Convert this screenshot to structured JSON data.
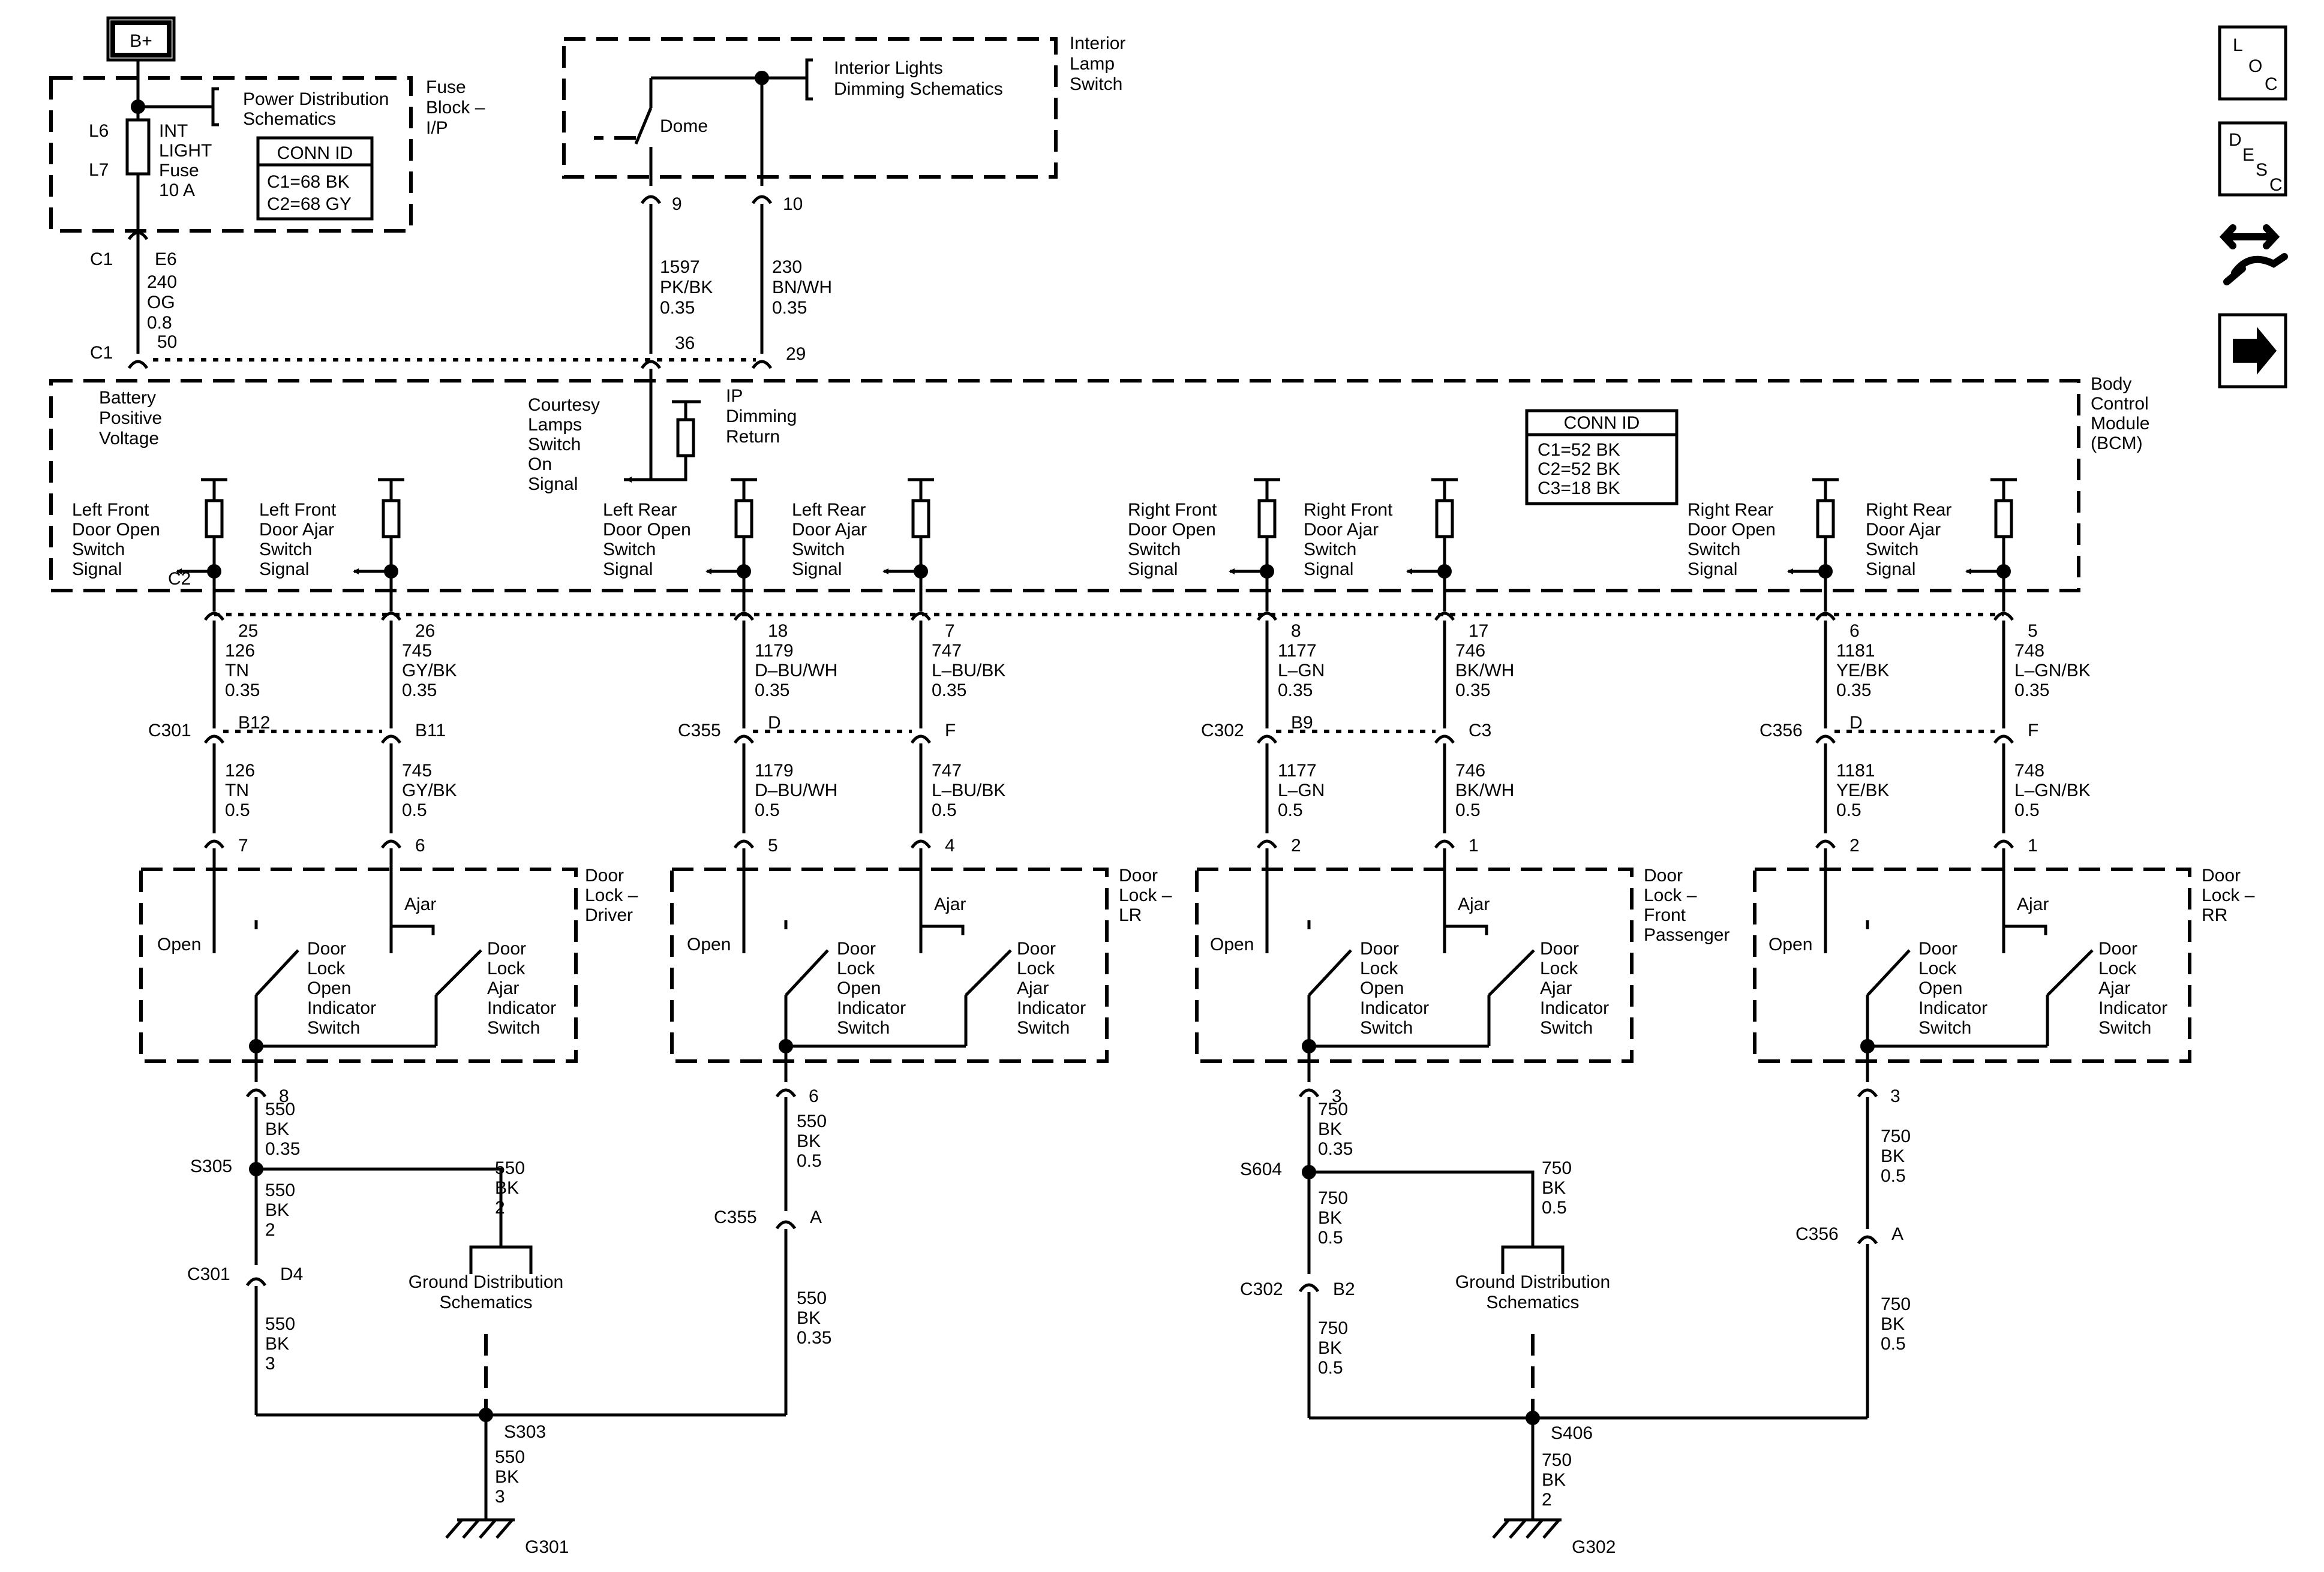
{
  "supply": {
    "bplus": "B+",
    "pds_1": "Power Distribution",
    "pds_2": "Schematics",
    "fuse_block": [
      "Fuse",
      "Block –",
      "I/P"
    ],
    "l6": "L6",
    "l7": "L7",
    "fuse_label": [
      "INT",
      "LIGHT",
      "Fuse",
      "10 A"
    ],
    "conn_title": "CONN ID",
    "conn_rows": [
      "C1=68 BK",
      "C2=68 GY"
    ],
    "c1": "C1",
    "e6": "E6",
    "wire": [
      "240",
      "OG",
      "0.8"
    ],
    "c1_bcm": "C1",
    "pin50": "50"
  },
  "lamp_switch": {
    "dim_1": "Interior Lights",
    "dim_2": "Dimming Schematics",
    "title": [
      "Interior",
      "Lamp",
      "Switch"
    ],
    "dome": "Dome",
    "pin9": "9",
    "pin10": "10",
    "wire_dome": [
      "1597",
      "PK/BK",
      "0.35"
    ],
    "wire_dim": [
      "230",
      "BN/WH",
      "0.35"
    ],
    "pin36": "36",
    "pin29": "29"
  },
  "bcm": {
    "title": [
      "Body",
      "Control",
      "Module",
      "(BCM)"
    ],
    "batt": [
      "Battery",
      "Positive",
      "Voltage"
    ],
    "courtesy": [
      "Courtesy",
      "Lamps",
      "Switch",
      "On",
      "Signal"
    ],
    "ip_dim": [
      "IP",
      "Dimming",
      "Return"
    ],
    "conn_title": "CONN ID",
    "conn_rows": [
      "C1=52 BK",
      "C2=52 BK",
      "C3=18 BK"
    ],
    "c2": "C2",
    "signals": [
      [
        "Left Front",
        "Door Open",
        "Switch",
        "Signal"
      ],
      [
        "Left Front",
        "Door Ajar",
        "Switch",
        "Signal"
      ],
      [
        "Left Rear",
        "Door Open",
        "Switch",
        "Signal"
      ],
      [
        "Left Rear",
        "Door Ajar",
        "Switch",
        "Signal"
      ],
      [
        "Right Front",
        "Door Open",
        "Switch",
        "Signal"
      ],
      [
        "Right Front",
        "Door Ajar",
        "Switch",
        "Signal"
      ],
      [
        "Right Rear",
        "Door Open",
        "Switch",
        "Signal"
      ],
      [
        "Right Rear",
        "Door Ajar",
        "Switch",
        "Signal"
      ]
    ],
    "pins": [
      "25",
      "26",
      "18",
      "7",
      "8",
      "17",
      "6",
      "5"
    ]
  },
  "wires_upper": [
    [
      "126",
      "TN",
      "0.35"
    ],
    [
      "745",
      "GY/BK",
      "0.35"
    ],
    [
      "1179",
      "D–BU/WH",
      "0.35"
    ],
    [
      "747",
      "L–BU/BK",
      "0.35"
    ],
    [
      "1177",
      "L–GN",
      "0.35"
    ],
    [
      "746",
      "BK/WH",
      "0.35"
    ],
    [
      "1181",
      "YE/BK",
      "0.35"
    ],
    [
      "748",
      "L–GN/BK",
      "0.35"
    ]
  ],
  "inline_connectors": [
    {
      "name": "C301",
      "a": "B12",
      "b": "B11"
    },
    {
      "name": "C355",
      "a": "D",
      "b": "F"
    },
    {
      "name": "C302",
      "a": "B9",
      "b": "C3"
    },
    {
      "name": "C356",
      "a": "D",
      "b": "F"
    }
  ],
  "wires_lower": [
    [
      "126",
      "TN",
      "0.5"
    ],
    [
      "745",
      "GY/BK",
      "0.5"
    ],
    [
      "1179",
      "D–BU/WH",
      "0.5"
    ],
    [
      "747",
      "L–BU/BK",
      "0.5"
    ],
    [
      "1177",
      "L–GN",
      "0.5"
    ],
    [
      "746",
      "BK/WH",
      "0.5"
    ],
    [
      "1181",
      "YE/BK",
      "0.5"
    ],
    [
      "748",
      "L–GN/BK",
      "0.5"
    ]
  ],
  "lock_pins": [
    "7",
    "6",
    "5",
    "4",
    "2",
    "1",
    "2",
    "1"
  ],
  "door_locks": [
    {
      "title": [
        "Door",
        "Lock –",
        "Driver"
      ],
      "ground_pin": "8"
    },
    {
      "title": [
        "Door",
        "Lock –",
        "LR"
      ],
      "ground_pin": "6"
    },
    {
      "title": [
        "Door",
        "Lock –",
        "Front",
        "Passenger"
      ],
      "ground_pin": "3"
    },
    {
      "title": [
        "Door",
        "Lock –",
        "RR"
      ],
      "ground_pin": "3"
    }
  ],
  "lock_labels": {
    "open": "Open",
    "ajar": "Ajar",
    "open_switch": [
      "Door",
      "Lock",
      "Open",
      "Indicator",
      "Switch"
    ],
    "ajar_switch": [
      "Door",
      "Lock",
      "Ajar",
      "Indicator",
      "Switch"
    ]
  },
  "ground_left": {
    "w_driver": [
      "550",
      "BK",
      "0.35"
    ],
    "s305": "S305",
    "w_branch": [
      "550",
      "BK",
      "2"
    ],
    "w_s305_down": [
      "550",
      "BK",
      "2"
    ],
    "c301": "C301",
    "d4": "D4",
    "w_c301_down": [
      "550",
      "BK",
      "3"
    ],
    "gds": [
      "Ground Distribution",
      "Schematics"
    ],
    "w_lr": [
      "550",
      "BK",
      "0.5"
    ],
    "c355": "C355",
    "a": "A",
    "w_c355_down": [
      "550",
      "BK",
      "0.35"
    ],
    "s303": "S303",
    "w_ground": [
      "550",
      "BK",
      "3"
    ],
    "g301": "G301"
  },
  "ground_right": {
    "w_fp": [
      "750",
      "BK",
      "0.35"
    ],
    "s604": "S604",
    "w_branch": [
      "750",
      "BK",
      "0.5"
    ],
    "w_s604_down": [
      "750",
      "BK",
      "0.5"
    ],
    "c302": "C302",
    "b2": "B2",
    "w_c302_down": [
      "750",
      "BK",
      "0.5"
    ],
    "gds": [
      "Ground Distribution",
      "Schematics"
    ],
    "w_rr": [
      "750",
      "BK",
      "0.5"
    ],
    "c356": "C356",
    "a": "A",
    "w_c356_down": [
      "750",
      "BK",
      "0.5"
    ],
    "s406": "S406",
    "w_ground": [
      "750",
      "BK",
      "2"
    ],
    "g302": "G302"
  },
  "side_icons": [
    {
      "name": "loc-icon",
      "letters": [
        "L",
        "O",
        "C"
      ]
    },
    {
      "name": "desc-icon",
      "letters": [
        "D",
        "E",
        "S",
        "C"
      ]
    },
    {
      "name": "diagnostic-tools-icon",
      "letters": []
    },
    {
      "name": "next-arrow-icon",
      "letters": []
    }
  ]
}
